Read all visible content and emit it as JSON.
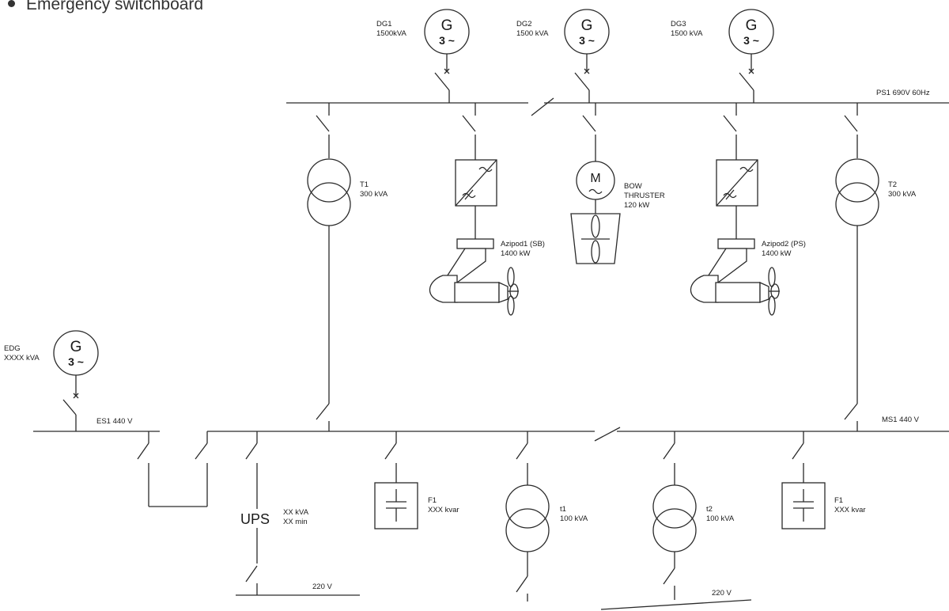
{
  "bullet": "Emergency switchboard",
  "buses": {
    "ps1": "PS1 690V 60Hz",
    "es1": "ES1 440 V",
    "ms1": "MS1 440 V",
    "low_left": "220 V",
    "low_right": "220 V"
  },
  "generators": [
    {
      "name": "DG1",
      "rating": "1500kVA",
      "symbol": "G",
      "phase": "3 ~"
    },
    {
      "name": "DG2",
      "rating": "1500 kVA",
      "symbol": "G",
      "phase": "3 ~"
    },
    {
      "name": "DG3",
      "rating": "1500 kVA",
      "symbol": "G",
      "phase": "3 ~"
    },
    {
      "name": "EDG",
      "rating": "XXXX kVA",
      "symbol": "G",
      "phase": "3 ~"
    }
  ],
  "transformers": [
    {
      "name": "T1",
      "rating": "300 kVA"
    },
    {
      "name": "T2",
      "rating": "300 kVA"
    },
    {
      "name": "t1",
      "rating": "100 kVA"
    },
    {
      "name": "t2",
      "rating": "100 kVA"
    }
  ],
  "azipods": [
    {
      "name": "Azipod1 (SB)",
      "power": "1400 kW"
    },
    {
      "name": "Azipod2 (PS)",
      "power": "1400 kW"
    }
  ],
  "bow_thruster": {
    "line1": "BOW",
    "line2": "THRUSTER",
    "power": "120 kW",
    "symbol": "M"
  },
  "filters": [
    {
      "name": "F1",
      "rating": "XXX kvar"
    },
    {
      "name": "F1",
      "rating": "XXX kvar"
    }
  ],
  "ups": {
    "label": "UPS",
    "rating": "XX kVA",
    "time": "XX min"
  },
  "icons": [
    "generator-icon",
    "transformer-icon",
    "motor-icon",
    "converter-icon",
    "propeller-icon",
    "capacitor-icon",
    "breaker-icon"
  ]
}
